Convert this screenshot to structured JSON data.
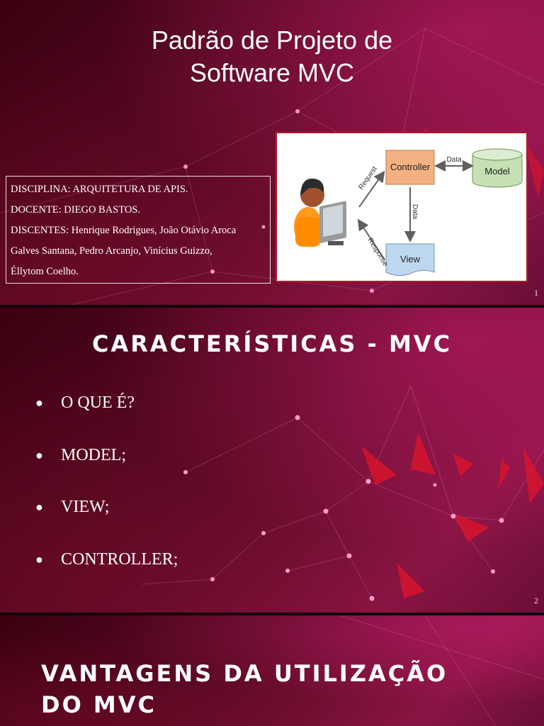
{
  "slide1": {
    "title_line1": "Padrão de Projeto de",
    "title_line2": "Software MVC",
    "info": [
      "DISCIPLINA: ARQUITETURA DE APIS.",
      "DOCENTE: DIEGO BASTOS.",
      "DISCENTES: Henrique Rodrigues, João Otávio Aroca",
      "Galves Santana, Pedro Arcanjo, Vinícius Guizzo,",
      "Éllytom Coelho."
    ],
    "diagram": {
      "controller": "Controller",
      "model": "Model",
      "view": "View",
      "arrow_data_top": "Data",
      "arrow_data_side": "Data",
      "arrow_request": "Request",
      "arrow_response": "Response"
    },
    "page_number": "1"
  },
  "slide2": {
    "heading": "Características - MVC",
    "bullets": [
      "O QUE É?",
      "MODEL;",
      "VIEW;",
      "CONTROLLER;"
    ],
    "bullet_symbol": "●",
    "page_number": "2"
  },
  "slide3": {
    "heading_line1": "Vantagens da utilização",
    "heading_line2": "do MVC"
  },
  "colors": {
    "background_dark": "#3a0010",
    "background_accent": "#8a1545",
    "triangle_accent": "#e0142a",
    "controller_box": "#f4b183",
    "model_cylinder": "#c6e0b4",
    "view_box": "#bdd7ee"
  }
}
